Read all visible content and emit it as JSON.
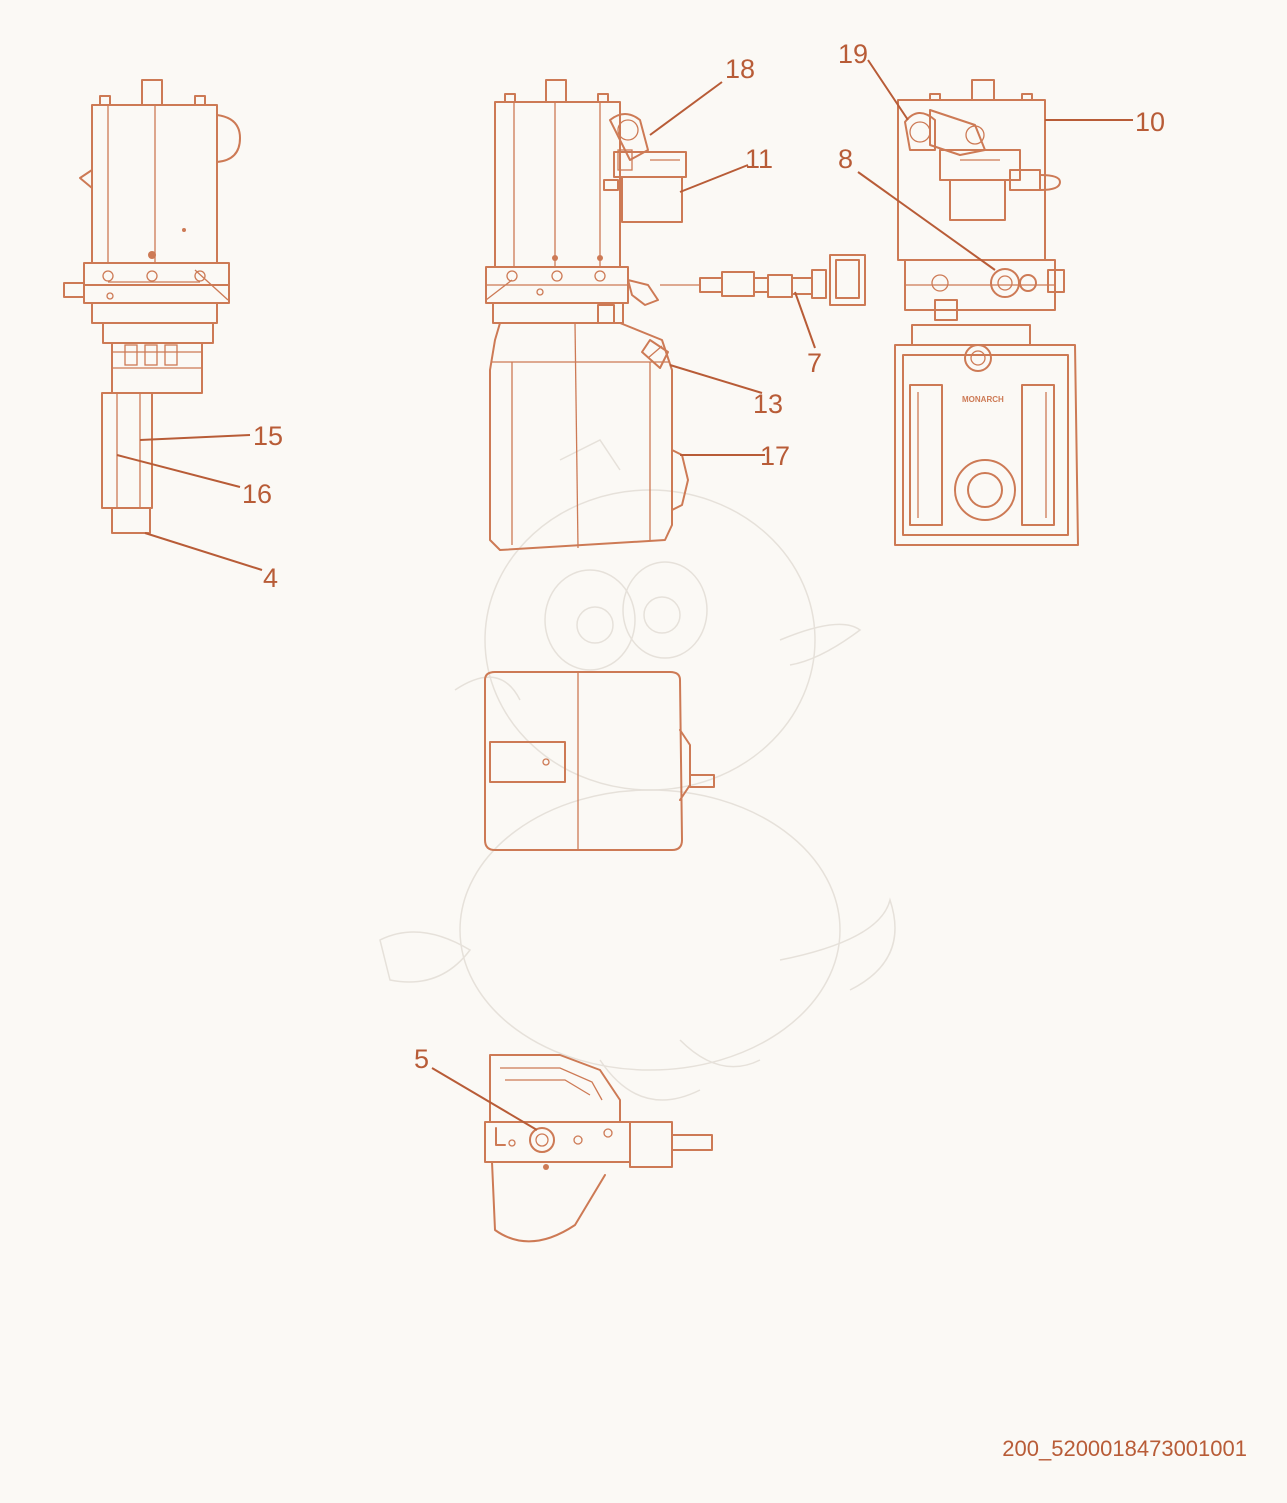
{
  "callouts": [
    {
      "num": "18"
    },
    {
      "num": "11"
    },
    {
      "num": "19"
    },
    {
      "num": "10"
    },
    {
      "num": "8"
    },
    {
      "num": "7"
    },
    {
      "num": "13"
    },
    {
      "num": "17"
    },
    {
      "num": "15"
    },
    {
      "num": "16"
    },
    {
      "num": "4"
    },
    {
      "num": "5"
    }
  ],
  "drawing_id": "200_5200018473001001",
  "brand_mark": "MONARCH",
  "colors": {
    "line": "#cd7a55",
    "label": "#b85c37",
    "background": "#fbf9f5",
    "watermark": "#e6e1da"
  }
}
